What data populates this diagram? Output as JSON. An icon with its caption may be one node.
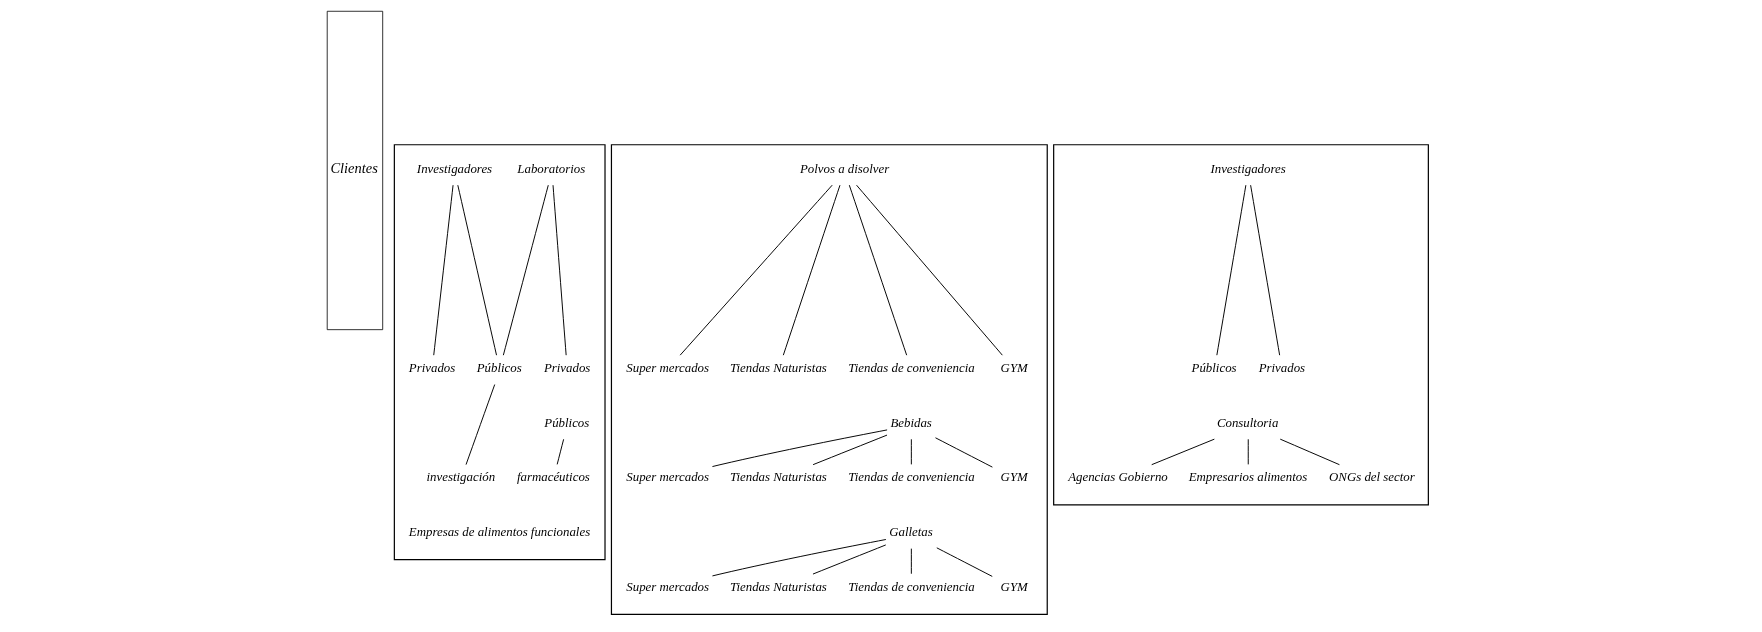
{
  "diagram": {
    "nodes": [
      {
        "text": [
          "Clientes"
        ]
      },
      {
        "text": [],
        "shape": "box"
      },
      {
        "text": [
          "Laboratorios"
        ],
        "in": 1
      },
      {
        "text": [
          "Investigadores"
        ],
        "in": 1
      },
      {
        "text": [
          "Privados"
        ],
        "in": 1
      },
      {
        "text": [
          "Públicos"
        ],
        "in": 1
      },
      {
        "text": [
          "Privados"
        ],
        "in": 1
      },
      {
        "text": [
          "Públicos"
        ],
        "in": 1
      },
      {
        "text": [
          "farmacéuticos"
        ],
        "in": 1
      },
      {
        "text": [
          "investigación"
        ],
        "in": 1
      },
      {
        "text": [
          "Empresas de alimentos funcionales"
        ],
        "in": 1
      },
      {
        "text": [],
        "shape": "box"
      },
      {
        "text": [
          "Polvos a disolver"
        ],
        "in": 11
      },
      {
        "text": [
          "Super mercados"
        ],
        "in": 11
      },
      {
        "text": [
          "Tiendas Naturistas"
        ],
        "in": 11
      },
      {
        "text": [
          "Tiendas de conveniencia"
        ],
        "in": 11
      },
      {
        "text": [
          "GYM"
        ],
        "in": 11
      },
      {
        "text": [
          "Bebidas"
        ],
        "in": 11
      },
      {
        "text": [
          "Super mercados"
        ],
        "in": 11
      },
      {
        "text": [
          "Tiendas Naturistas"
        ],
        "in": 11
      },
      {
        "text": [
          "Tiendas de conveniencia"
        ],
        "in": 11
      },
      {
        "text": [
          "GYM"
        ],
        "in": 11
      },
      {
        "text": [
          "Galletas"
        ],
        "in": 11
      },
      {
        "text": [
          "Super mercados"
        ],
        "in": 11
      },
      {
        "text": [
          "Tiendas Naturistas"
        ],
        "in": 11
      },
      {
        "text": [
          "Tiendas de conveniencia"
        ],
        "in": 11
      },
      {
        "text": [
          "GYM"
        ],
        "in": 11
      },
      {
        "text": [],
        "shape": "box"
      },
      {
        "text": [
          "Investigadores"
        ],
        "in": 27
      },
      {
        "text": [
          "Públicos"
        ],
        "in": 27
      },
      {
        "text": [
          "Privados"
        ],
        "in": 27
      },
      {
        "text": [
          "Consultoria"
        ],
        "in": 27
      },
      {
        "text": [
          "Agencias Gobierno"
        ],
        "in": 27
      },
      {
        "text": [
          "Empresarios alimentos"
        ],
        "in": 27
      },
      {
        "text": [
          "ONGs del sector"
        ],
        "in": 27
      }
    ],
    "edges": [
      {
        "from": 2,
        "to": 4,
        "arrow": "none"
      },
      {
        "from": 2,
        "to": 5,
        "arrow": "none"
      },
      {
        "from": 3,
        "to": 5,
        "arrow": "none"
      },
      {
        "from": 3,
        "to": 6,
        "arrow": "none"
      },
      {
        "from": 7,
        "to": 8,
        "arrow": "none"
      },
      {
        "from": 5,
        "to": 9,
        "arrow": "none"
      },
      {
        "from": 12,
        "to": 13,
        "arrow": "none"
      },
      {
        "from": 12,
        "to": 14,
        "arrow": "none"
      },
      {
        "from": 12,
        "to": 16,
        "arrow": "none"
      },
      {
        "from": 12,
        "to": 15,
        "arrow": "none"
      },
      {
        "from": 17,
        "to": 18,
        "arrow": "none"
      },
      {
        "from": 17,
        "to": 19,
        "arrow": "none"
      },
      {
        "from": 17,
        "to": 21,
        "arrow": "none"
      },
      {
        "from": 17,
        "to": 20,
        "arrow": "none"
      },
      {
        "from": 22,
        "to": 23,
        "arrow": "none"
      },
      {
        "from": 22,
        "to": 24,
        "arrow": "none"
      },
      {
        "from": 22,
        "to": 26,
        "arrow": "none"
      },
      {
        "from": 22,
        "to": 25,
        "arrow": "none"
      },
      {
        "from": 28,
        "to": 29,
        "arrow": "none"
      },
      {
        "from": 28,
        "to": 30,
        "arrow": "none"
      },
      {
        "from": 31,
        "to": 32,
        "arrow": "none"
      },
      {
        "from": 31,
        "to": 33,
        "arrow": "none"
      },
      {
        "from": 31,
        "to": 34,
        "arrow": "none"
      }
    ]
  }
}
